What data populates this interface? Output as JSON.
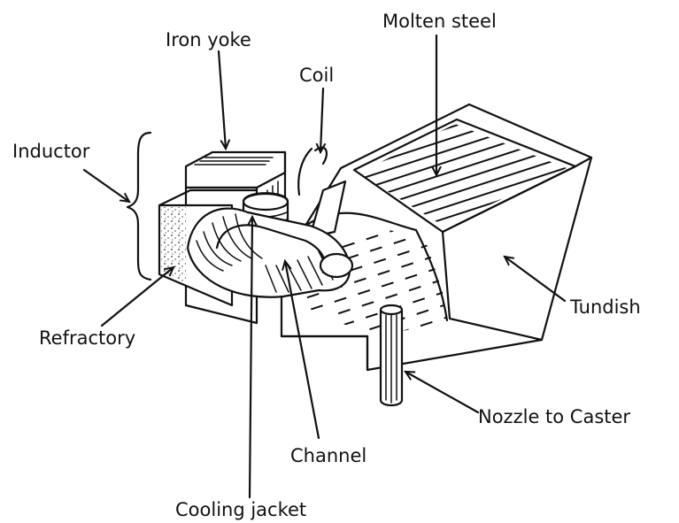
{
  "labels": {
    "molten_steel": "Molten steel",
    "iron_yoke": "Iron yoke",
    "coil": "Coil",
    "inductor": "Inductor",
    "tundish": "Tundish",
    "refractory": "Refractory",
    "nozzle": "Nozzle to Caster",
    "channel": "Channel",
    "cooling_jacket": "Cooling jacket"
  }
}
